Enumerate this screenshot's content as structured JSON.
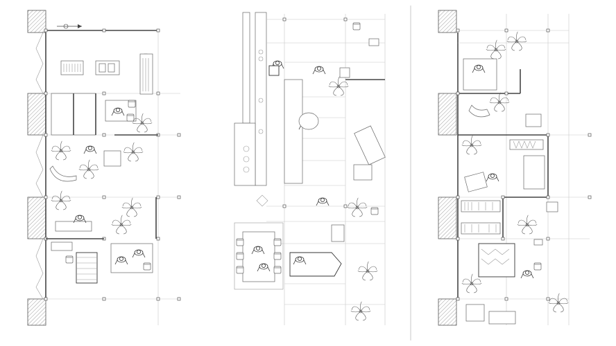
{
  "drawing": {
    "type": "architectural-floor-plans",
    "panels": [
      {
        "id": "left-plan",
        "style": "furnished-residential"
      },
      {
        "id": "center-plan",
        "style": "kitchen-and-living"
      },
      {
        "id": "right-plan",
        "style": "bedroom-modules"
      }
    ],
    "colors": {
      "line": "#444444",
      "light_line": "#c8c8c8",
      "hatch": "#777777",
      "background": "#ffffff"
    },
    "icons": [
      "plant-icon",
      "chair-icon",
      "person-icon",
      "sofa-icon",
      "bed-icon",
      "piano-icon",
      "table-icon",
      "north-arrow-icon"
    ]
  }
}
